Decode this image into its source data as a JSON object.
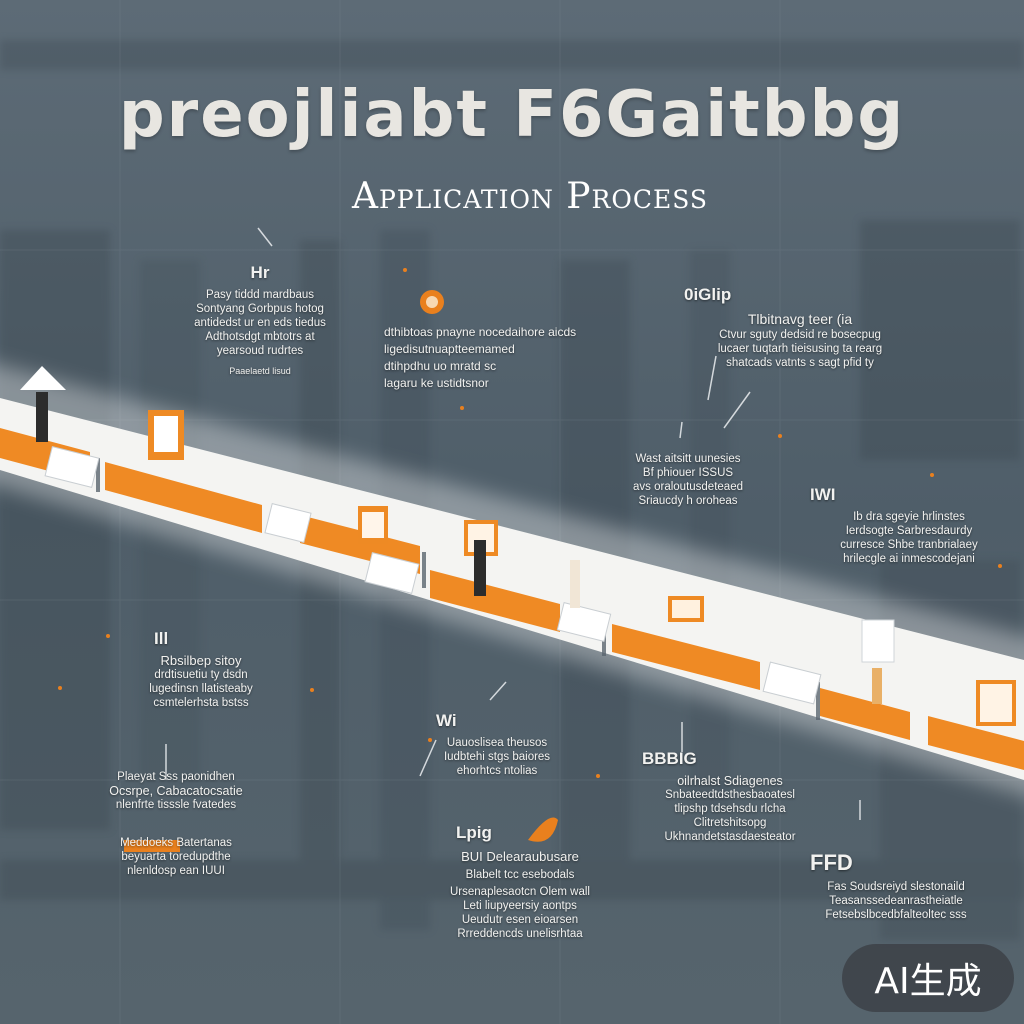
{
  "header": {
    "title": "preojliabt F6Gaitbbg",
    "subtitle": "Application Process"
  },
  "notes": [
    {
      "heading": "Hr",
      "lines": [
        "Pasy tiddd mardbaus",
        "Sontyang Gorbpus hotog",
        "antidedst ur en eds tiedus",
        "Adthotsdgt mbtotrs at",
        "yearsoud rudrtes",
        "Paaelaetd lisud"
      ]
    },
    {
      "heading": "",
      "lines": [
        "dthibtoas pnayne nocedaihore aicds",
        "ligedisutnuaptteemamed",
        "dtihpdhu uo mratd sc",
        "lagaru ke ustidtsnor"
      ]
    },
    {
      "heading": "0iGlip",
      "lines": [
        "Tlbitnavg teer (ia",
        "Ctvur sguty dedsid re bosecpug",
        "lucaer tuqtarh tieisusing ta rearg",
        "shatcads vatnts s sagt pfid ty"
      ]
    },
    {
      "heading": "",
      "lines": [
        "Wast aitsitt uunesies",
        "Bf phiouer ISSUS",
        "avs oraloutusdeteaed",
        "Sriaucdy h oroheas"
      ]
    },
    {
      "heading": "IWI",
      "lines": [
        "Ib dra sgeyie hrlinstes",
        "Ierdsogte Sarbresdaurdy",
        "curresce Shbe tranbrialaey",
        "hrilecgle ai inmescodejani"
      ]
    },
    {
      "heading": "Ill",
      "lines": [
        "Rbsilbep sitoy",
        "drdtisuetiu ty dsdn",
        "lugedinsn llatisteaby",
        "csmtelerhsta bstss"
      ]
    },
    {
      "heading": "Wi",
      "lines": [
        "Uauoslisea theusos",
        "Iudbtehi stgs baiores",
        "ehorhtcs ntolias"
      ]
    },
    {
      "heading": "BBBIG",
      "lines": [
        "oilrhalst Sdiagenes",
        "Snbateedtdsthesbaoatesl",
        "tlipshp tdsehsdu rlcha",
        "Clitretshitsopg",
        "Ukhnandetstasdaesteator"
      ]
    },
    {
      "heading": "",
      "lines": [
        "Plaeyat Sss paonidhen",
        "Ocsrpe, Cabacatocsatie",
        "nlenfrte tisssle fvatedes",
        "Meddoeks Batertanas",
        "beyuarta toredupdthe",
        "nlenldosp ean IUUI"
      ]
    },
    {
      "heading": "Lpig",
      "lines": [
        "BUI Delearaubusare",
        "Blabelt tcc esebodals",
        "Ursenaplesaotcn Olem wall",
        "Leti liupyeersiy aontps",
        "Ueudutr esen eioarsen",
        "Rrreddencds unelisrhtaa"
      ]
    },
    {
      "heading": "FFD",
      "lines": [
        "Fas Soudsreiyd slestonaild",
        "Teasanssedeanrastheiatle",
        "Fetsebslbcedbfalteoltec sss"
      ]
    }
  ],
  "badge": {
    "label": "AI生成"
  }
}
